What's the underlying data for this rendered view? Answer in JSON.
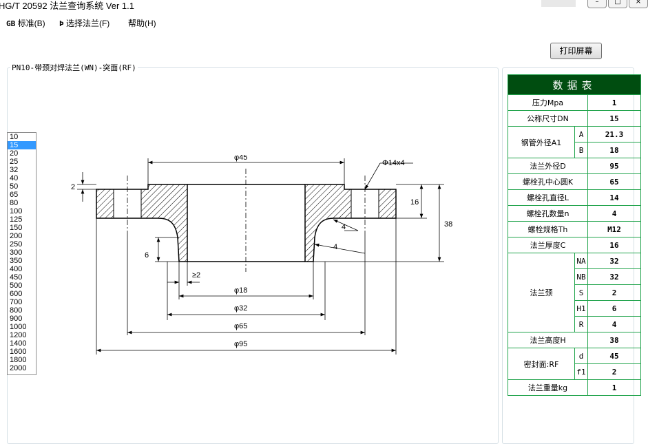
{
  "window": {
    "title": "HG/T 20592 法兰查询系统 Ver 1.1"
  },
  "menu": [
    {
      "icon": "GB",
      "label": "标准(B)"
    },
    {
      "icon": "Þ",
      "label": "选择法兰(F)"
    },
    {
      "icon": "",
      "label": "帮助(H)"
    }
  ],
  "print_button": "打印屏幕",
  "group_label": "PN10-带颈对焊法兰(WN)-突面(RF)",
  "dn_list": [
    "10",
    "15",
    "20",
    "25",
    "32",
    "40",
    "50",
    "65",
    "80",
    "100",
    "125",
    "150",
    "200",
    "250",
    "300",
    "350",
    "400",
    "450",
    "500",
    "600",
    "700",
    "800",
    "900",
    "1000",
    "1200",
    "1400",
    "1600",
    "1800",
    "2000"
  ],
  "dn_selected": "15",
  "drawing": {
    "d45": "φ45",
    "bolt": "Φ14x4",
    "d2": "2",
    "d16": "16",
    "d38": "38",
    "d4a": "4",
    "d4b": "4",
    "d6": "6",
    "ge2": "≥2",
    "d18": "φ18",
    "d32": "φ32",
    "d65": "φ65",
    "d95": "φ95"
  },
  "table": {
    "header": "数据表",
    "rows": {
      "pressure": {
        "label": "压力Mpa",
        "value": "1"
      },
      "dn": {
        "label": "公称尺寸DN",
        "value": "15"
      },
      "pipe": {
        "label": "钢管外径A1",
        "a_label": "A",
        "a_value": "21.3",
        "b_label": "B",
        "b_value": "18"
      },
      "od": {
        "label": "法兰外径D",
        "value": "95"
      },
      "k": {
        "label": "螺栓孔中心圆K",
        "value": "65"
      },
      "l": {
        "label": "螺栓孔直径L",
        "value": "14"
      },
      "n": {
        "label": "螺栓孔数量n",
        "value": "4"
      },
      "th": {
        "label": "螺栓规格Th",
        "value": "M12"
      },
      "c": {
        "label": "法兰厚度C",
        "value": "16"
      },
      "neck": {
        "label": "法兰颈",
        "items": [
          {
            "k": "NA",
            "v": "32"
          },
          {
            "k": "NB",
            "v": "32"
          },
          {
            "k": "S",
            "v": "2"
          },
          {
            "k": "H1",
            "v": "6"
          },
          {
            "k": "R",
            "v": "4"
          }
        ]
      },
      "h": {
        "label": "法兰高度H",
        "value": "38"
      },
      "seal": {
        "label": "密封面:RF",
        "d_label": "d",
        "d_value": "45",
        "f1_label": "f1",
        "f1_value": "2"
      },
      "weight": {
        "label": "法兰重量kg",
        "value": "1"
      }
    }
  }
}
